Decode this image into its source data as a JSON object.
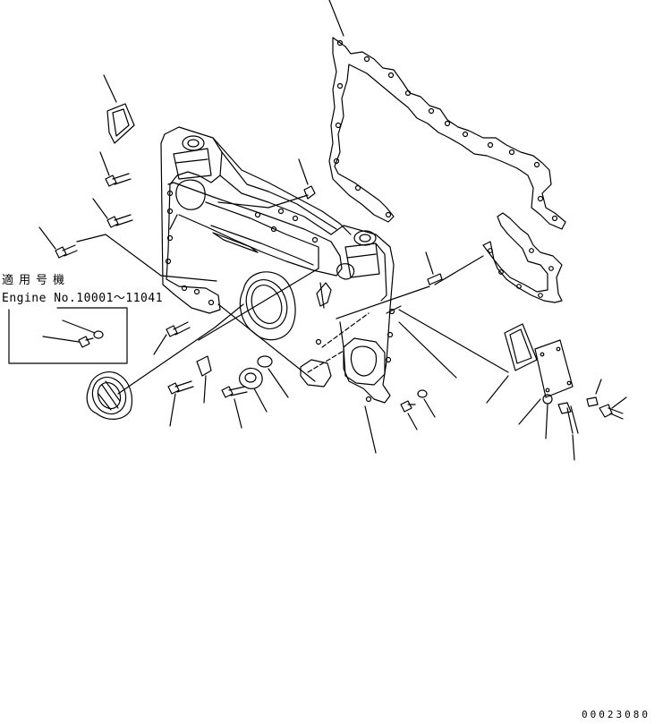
{
  "applicability_note": {
    "title": "適用号機",
    "serial_range": "Engine No.10001～11041"
  },
  "drawing_number": "00023080",
  "colors": {
    "line": "#000000",
    "background": "#ffffff"
  }
}
